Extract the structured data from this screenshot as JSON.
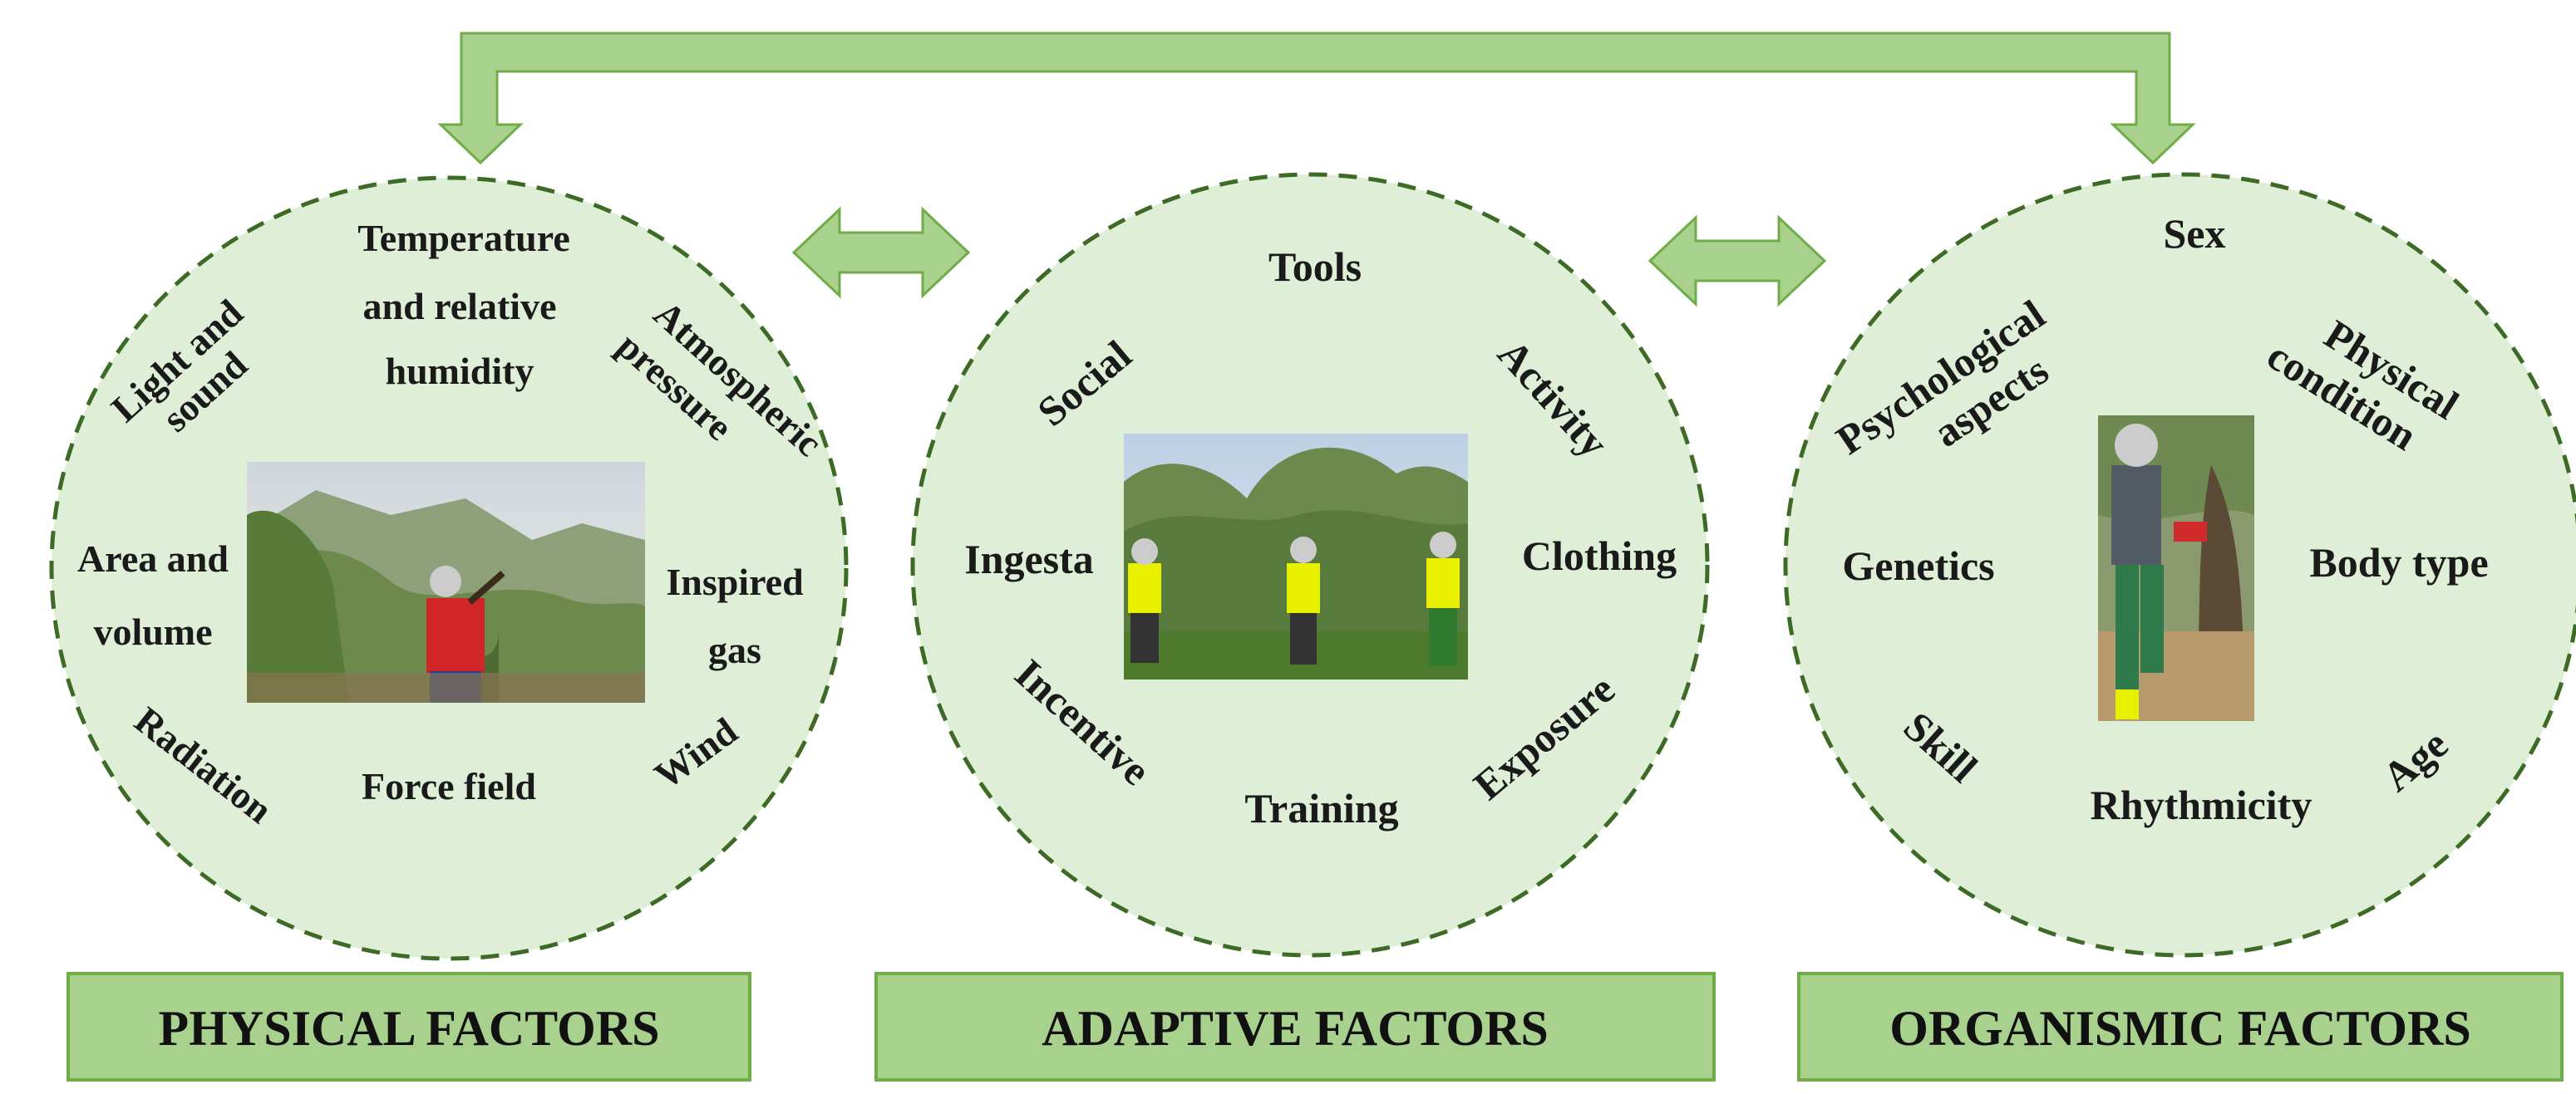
{
  "colors": {
    "circle_fill": "#dfeed7",
    "circle_stroke": "#3d6b26",
    "arrow_fill": "#a9d18e",
    "arrow_stroke": "#70ad47",
    "label_fill": "#a9d18e",
    "label_stroke": "#70ad47",
    "text": "#1a1a1a"
  },
  "physical": {
    "label": "PHYSICAL FACTORS",
    "items": {
      "temperature_1": "Temperature",
      "temperature_2": "and relative",
      "temperature_3": "humidity",
      "light_1": "Light and",
      "light_2": "sound",
      "atmospheric_1": "Atmospheric",
      "atmospheric_2": "pressure",
      "area_1": "Area and",
      "area_2": "volume",
      "inspired_1": "Inspired",
      "inspired_2": "gas",
      "radiation": "Radiation",
      "force_field": "Force field",
      "wind": "Wind"
    }
  },
  "adaptive": {
    "label": "ADAPTIVE FACTORS",
    "items": {
      "tools": "Tools",
      "social": "Social",
      "activity": "Activity",
      "ingesta": "Ingesta",
      "clothing": "Clothing",
      "incentive": "Incentive",
      "training": "Training",
      "exposure": "Exposure"
    }
  },
  "organismic": {
    "label": "ORGANISMIC FACTORS",
    "items": {
      "sex": "Sex",
      "psych_1": "Psychological",
      "psych_2": "aspects",
      "physcond_1": "Physical",
      "physcond_2": "condition",
      "genetics": "Genetics",
      "body_type": "Body type",
      "skill": "Skill",
      "rhythmicity": "Rhythmicity",
      "age": "Age"
    }
  }
}
